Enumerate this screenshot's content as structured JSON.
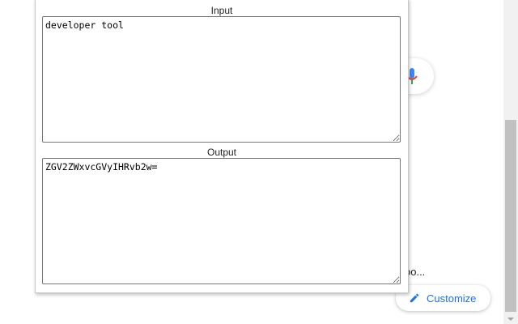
{
  "popup": {
    "input_label": "Input",
    "input_value": "developer tool",
    "output_label": "Output",
    "output_value": "ZGV2ZWxvcGVyIHRvb2w="
  },
  "background": {
    "truncated_text": "oo...",
    "customize_label": "Customize"
  },
  "icons": {
    "mic": "microphone-icon",
    "pencil": "pencil-icon"
  },
  "colors": {
    "accent": "#1a73e8"
  }
}
